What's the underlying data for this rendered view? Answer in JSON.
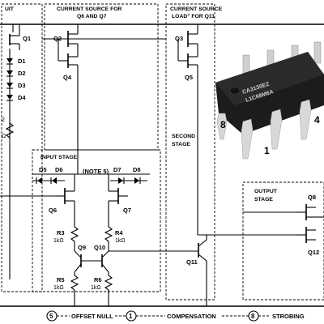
{
  "sections": {
    "circuit_fragment": "UIT",
    "current_source_q6_q7": "CURRENT SOURCE FOR",
    "current_source_q6_q7_line2": "Q6 AND Q7",
    "current_source_load": "CURRENT SOURCE",
    "current_source_load_line2": "LOAD\" FOR Q11",
    "input_stage": "INPUT STAGE",
    "second_stage": "SECOND",
    "second_stage_line2": "STAGE",
    "output_stage": "OUTPUT",
    "output_stage_line2": "STAGE",
    "note": "(NOTE 5)"
  },
  "transistors": [
    "Q1",
    "Q2",
    "Q3",
    "Q4",
    "Q5",
    "Q6",
    "Q7",
    "Q8",
    "Q9",
    "Q10",
    "Q11",
    "Q12"
  ],
  "diodes": [
    "D1",
    "D2",
    "D3",
    "D4",
    "D5",
    "D6",
    "D7",
    "D8"
  ],
  "resistors": [
    {
      "name": "R3",
      "value": "1kΩ"
    },
    {
      "name": "R4",
      "value": "1kΩ"
    },
    {
      "name": "R5",
      "value": "1kΩ"
    },
    {
      "name": "R6",
      "value": "1kΩ"
    }
  ],
  "left_fragment": {
    "label_top": "2",
    "label_bottom": "Ω"
  },
  "pins": [
    {
      "number": "5",
      "label": "OFFSET NULL"
    },
    {
      "number": "1",
      "label": "COMPENSATION"
    },
    {
      "number": "8",
      "label": "STROBING"
    }
  ],
  "chip": {
    "marking_line1": "CA3130EZ",
    "marking_line2": "L1C68M6A",
    "pin8": "8",
    "pin4": "4",
    "pin1": "1"
  },
  "colors": {
    "chip_body": "#1c1c1c",
    "chip_leads": "#d8d8d8",
    "ink": "#000000"
  }
}
